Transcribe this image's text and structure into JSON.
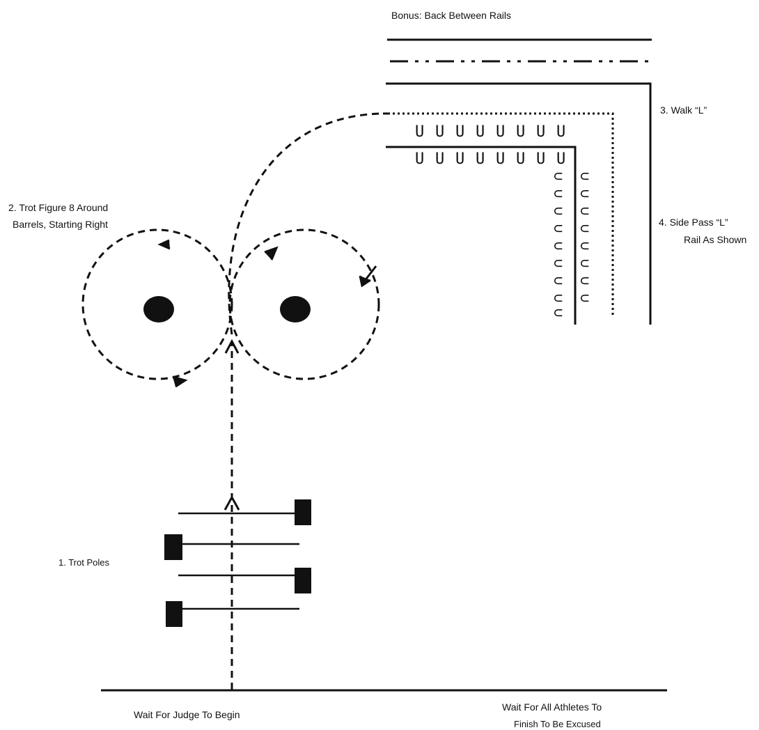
{
  "labels": {
    "bonus": "Bonus: Back Between Rails",
    "walk_l": "3. Walk “L”",
    "trot_figure8_line1": "2. Trot Figure 8 Around",
    "trot_figure8_line2": "Barrels, Starting Right",
    "side_pass_line1": "4. Side Pass “L”",
    "side_pass_line2": "Rail As Shown",
    "trot_poles": "1. Trot Poles",
    "wait_begin": "Wait For Judge To Begin",
    "wait_finish_line1": "Wait For All Athletes  To",
    "wait_finish_line2": "Finish To Be Excused"
  },
  "glyphs": {
    "hoof_upright": "U",
    "hoof_sideways": "⊂"
  },
  "colors": {
    "ink": "#111111",
    "background": "#ffffff"
  }
}
